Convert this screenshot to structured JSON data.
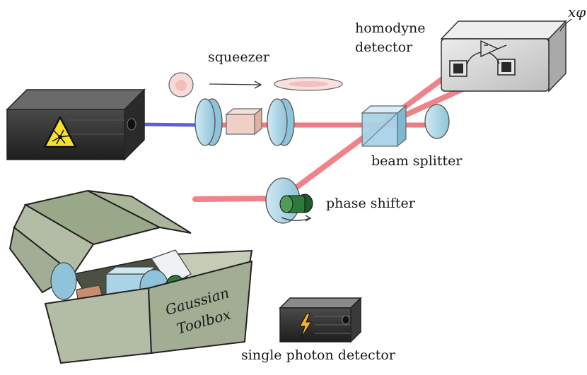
{
  "labels": {
    "squeezer": "squeezer",
    "homodyne_line1": "homodyne",
    "homodyne_line2": "detector",
    "beam_splitter": "beam splitter",
    "phase_shifter": "phase shifter",
    "single_photon_detector": "single photon detector",
    "quadrature_output": "xφ",
    "toolbox_line1": "Gaussian",
    "toolbox_line2": "Toolbox"
  },
  "colors": {
    "laser_beam": "#e8505a",
    "pump_beam": "#3f44d8",
    "optic_glass": "#a8d4e6",
    "crystal": "#f0cfc6",
    "box_green": "#b3bca4",
    "device_gray": "#d7d7d7",
    "warning_yellow": "#f5e12a",
    "knob_green": "#2f7a3a"
  },
  "icons": {
    "laser_warning": "laser-hazard-icon",
    "photon_detector": "lightning-icon"
  }
}
